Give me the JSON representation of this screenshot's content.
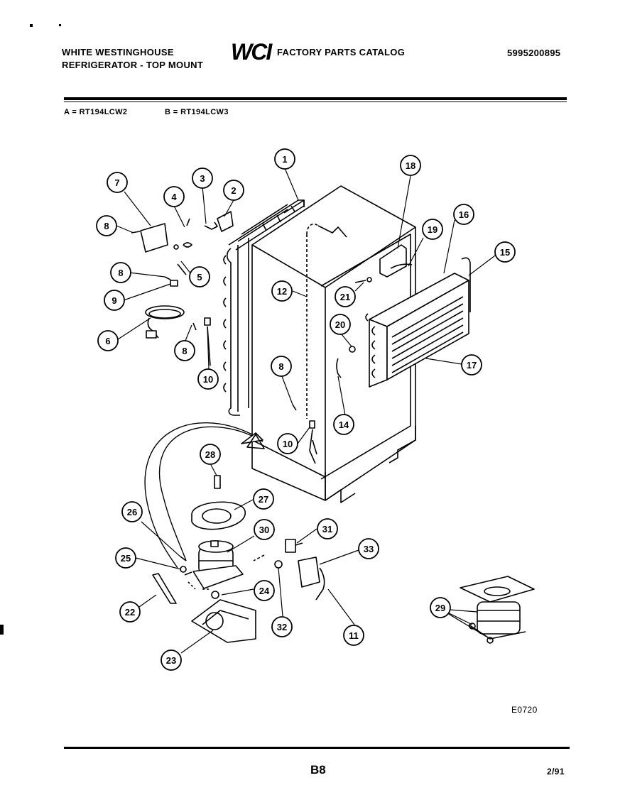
{
  "header": {
    "brand_line1": "WHITE WESTINGHOUSE",
    "brand_line2": "REFRIGERATOR - TOP MOUNT",
    "logo_text": "WCI",
    "catalog_title": "FACTORY PARTS CATALOG",
    "catalog_number": "5995200895"
  },
  "models": {
    "a": "A = RT194LCW2",
    "b": "B = RT194LCW3"
  },
  "diagram": {
    "code": "E0720",
    "callouts": [
      "1",
      "2",
      "3",
      "4",
      "5",
      "6",
      "7",
      "8",
      "8",
      "8",
      "8",
      "9",
      "10",
      "10",
      "11",
      "12",
      "14",
      "15",
      "16",
      "17",
      "18",
      "19",
      "20",
      "21",
      "22",
      "23",
      "24",
      "25",
      "26",
      "27",
      "28",
      "29",
      "30",
      "31",
      "32",
      "33"
    ]
  },
  "footer": {
    "page": "B8",
    "date": "2/91"
  }
}
